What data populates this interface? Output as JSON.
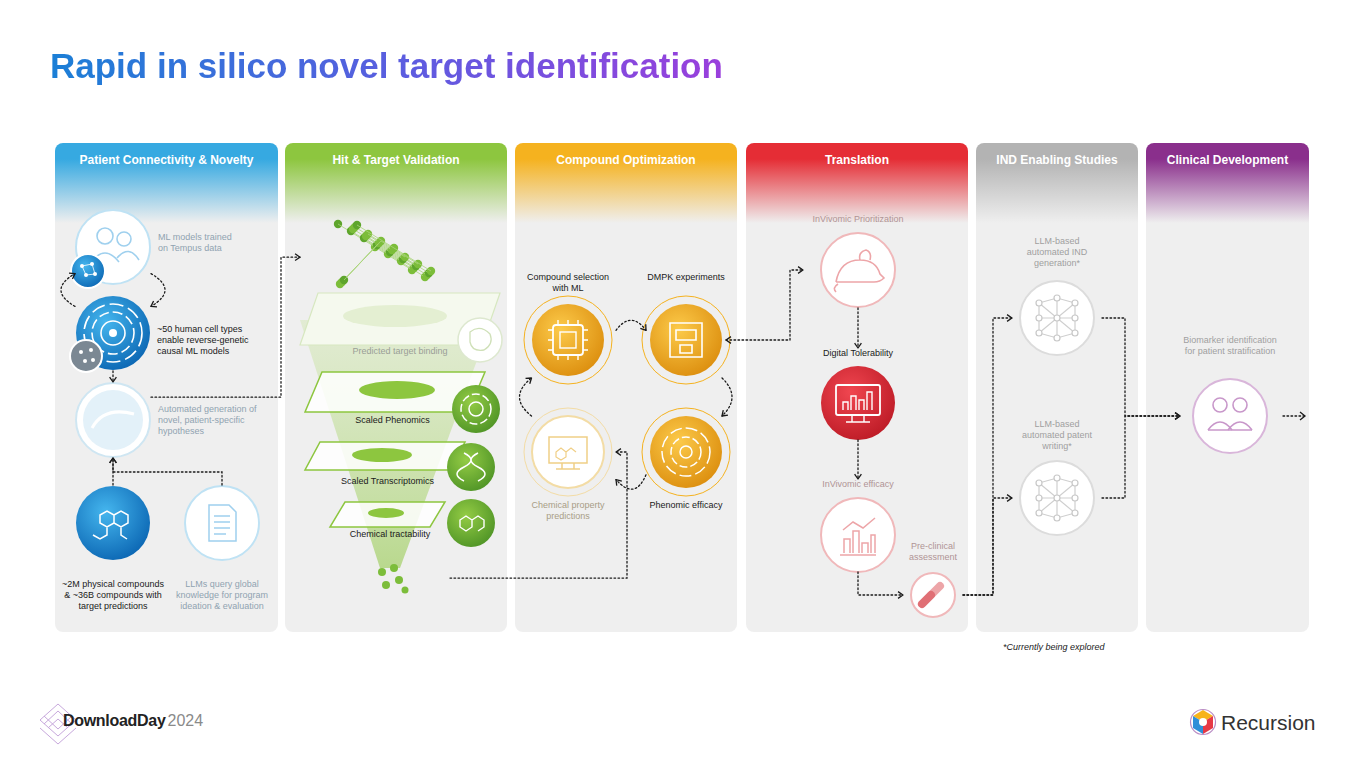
{
  "diagram": {
    "title": "Rapid in silico novel target identification",
    "nodes": [
      {
        "text": [
          "Patient Connectivity & Novelty"
        ]
      },
      {
        "text": [
          "ML models trained on Tempus data"
        ],
        "in": 0
      },
      {
        "text": [
          "~50 human cell types enable reverse-genetic causal ML models"
        ],
        "in": 0
      },
      {
        "text": [
          "Automated generation of novel, patient-specific hypotheses"
        ],
        "in": 0
      },
      {
        "text": [
          "~2M physical compounds & ~36B compounds with target predictions"
        ],
        "in": 0
      },
      {
        "text": [
          "LLMs query global knowledge for program ideation & evaluation"
        ],
        "in": 0
      },
      {
        "text": [
          "Hit & Target Validation"
        ]
      },
      {
        "text": [
          "Predicted target binding"
        ],
        "in": 6
      },
      {
        "text": [
          "Scaled Phenomics"
        ],
        "in": 6
      },
      {
        "text": [
          "Scaled Transcriptomics"
        ],
        "in": 6
      },
      {
        "text": [
          "Chemical tractability"
        ],
        "in": 6
      },
      {
        "text": [
          "Compound Optimization"
        ]
      },
      {
        "text": [
          "Compound selection with ML"
        ],
        "in": 11
      },
      {
        "text": [
          "DMPK experiments"
        ],
        "in": 11
      },
      {
        "text": [
          "Phenomic efficacy"
        ],
        "in": 11
      },
      {
        "text": [
          "Chemical property predictions"
        ],
        "in": 11
      },
      {
        "text": [
          "Translation"
        ]
      },
      {
        "text": [
          "InVivomic Prioritization"
        ],
        "in": 16
      },
      {
        "text": [
          "Digital Tolerability"
        ],
        "in": 16
      },
      {
        "text": [
          "InVivomic efficacy"
        ],
        "in": 16
      },
      {
        "text": [
          "Pre-clinical assessment"
        ],
        "in": 16
      },
      {
        "text": [
          "IND Enabling Studies"
        ]
      },
      {
        "text": [
          "LLM-based automated IND generation*"
        ],
        "in": 21
      },
      {
        "text": [
          "LLM-based automated patent writing*"
        ],
        "in": 21
      },
      {
        "text": [
          "Clinical Development"
        ]
      },
      {
        "text": [
          "Biomarker identification for patient stratification"
        ],
        "in": 24
      }
    ],
    "edges": [
      {
        "from": 1,
        "to": 2,
        "arrow": "to"
      },
      {
        "from": 2,
        "to": 1,
        "arrow": "to"
      },
      {
        "from": 2,
        "to": 3,
        "arrow": "to"
      },
      {
        "from": 4,
        "to": 3,
        "arrow": "to"
      },
      {
        "from": 5,
        "to": 3,
        "arrow": "to"
      },
      {
        "from": 3,
        "to": 7,
        "arrow": "to"
      },
      {
        "from": 10,
        "to": 15,
        "arrow": "to"
      },
      {
        "from": 12,
        "to": 13,
        "arrow": "to"
      },
      {
        "from": 13,
        "to": 14,
        "arrow": "to"
      },
      {
        "from": 14,
        "to": 15,
        "arrow": "to"
      },
      {
        "from": 15,
        "to": 12,
        "arrow": "to"
      },
      {
        "from": 13,
        "to": 17,
        "arrow": "both"
      },
      {
        "from": 17,
        "to": 18,
        "arrow": "to"
      },
      {
        "from": 18,
        "to": 19,
        "arrow": "to"
      },
      {
        "from": 19,
        "to": 20,
        "arrow": "to"
      },
      {
        "from": 20,
        "to": 22,
        "arrow": "to"
      },
      {
        "from": 20,
        "to": 23,
        "arrow": "to"
      },
      {
        "from": 22,
        "to": 25,
        "arrow": "to"
      },
      {
        "from": 23,
        "to": 25,
        "arrow": "to"
      }
    ],
    "labels": [
      "*Currently being explored",
      "DownloadDay",
      "2024",
      "Recursion"
    ]
  }
}
